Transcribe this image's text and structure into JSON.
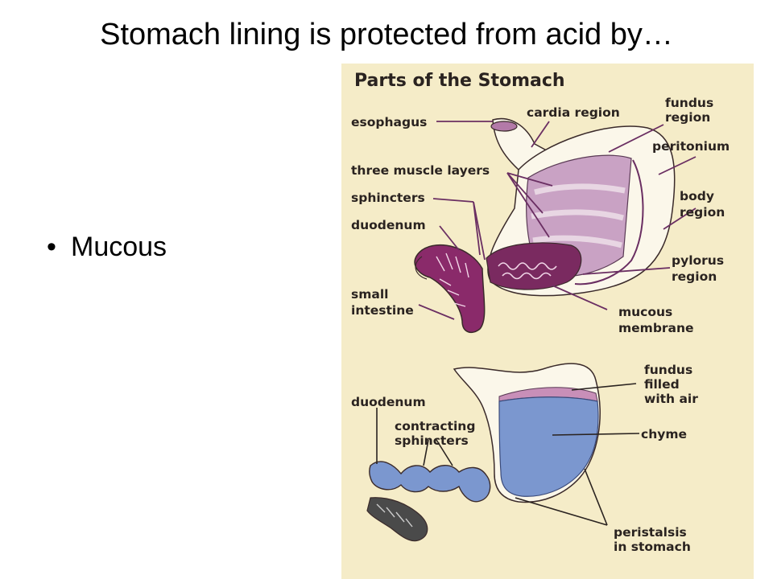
{
  "slide": {
    "title": "Stomach lining is protected from acid by…",
    "bullets": [
      {
        "marker": "•",
        "text": "Mucous"
      }
    ]
  },
  "figure": {
    "title": "Parts of the Stomach",
    "colors": {
      "background": "#f5ecc8",
      "muscle": "#c9a2c4",
      "wall": "#8a2a6a",
      "chyme": "#7b97cf",
      "line": "#6a2e62"
    },
    "top_labels": {
      "esophagus": "esophagus",
      "cardia": "cardia region",
      "fundus": [
        "fundus",
        "region"
      ],
      "peritonium": "peritonium",
      "muscle_layers": "three muscle layers",
      "sphincters": "sphincters",
      "duodenum": "duodenum",
      "body": [
        "body",
        "region"
      ],
      "pylorus": [
        "pylorus",
        "region"
      ],
      "small_intestine": [
        "small",
        "intestine"
      ],
      "mucous_membrane": [
        "mucous",
        "membrane"
      ]
    },
    "bottom_labels": {
      "fundus_air": [
        "fundus",
        "filled",
        "with air"
      ],
      "duodenum": "duodenum",
      "contracting_sphincters": [
        "contracting",
        "sphincters"
      ],
      "chyme": "chyme",
      "peristalsis": [
        "peristalsis",
        "in stomach"
      ]
    }
  }
}
